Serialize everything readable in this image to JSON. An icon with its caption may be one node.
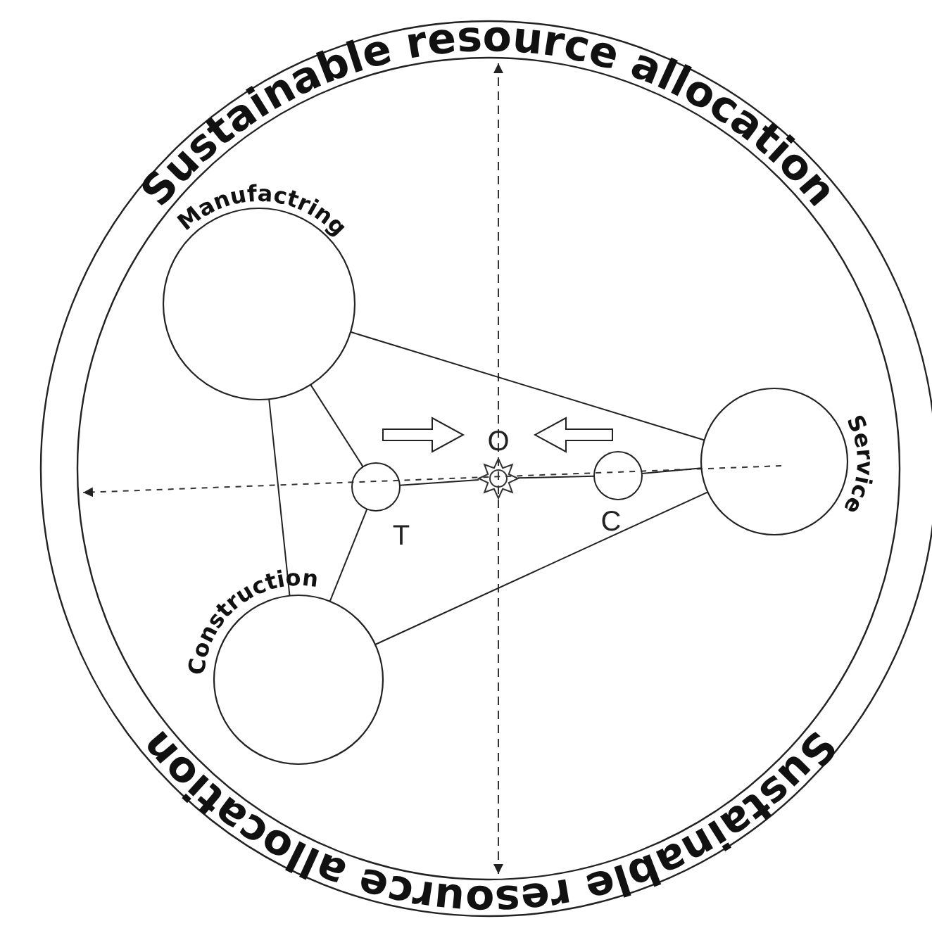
{
  "diagram": {
    "nodes": [
      {
        "text": [
          "Sustainable resource allocation",
          "Sustainable resource allocation"
        ]
      },
      {
        "text": [
          "Manufactring"
        ],
        "in": 0
      },
      {
        "text": [
          "Service"
        ],
        "in": 0
      },
      {
        "text": [
          "Construction"
        ],
        "in": 0
      },
      {
        "text": [
          "T"
        ],
        "in": 0
      },
      {
        "text": [
          "C"
        ],
        "in": 0
      },
      {
        "text": [
          "O"
        ],
        "in": 0
      }
    ],
    "edges": [
      {
        "from": 1,
        "to": 2,
        "arrow": "none"
      },
      {
        "from": 2,
        "to": 3,
        "arrow": "none"
      },
      {
        "from": 3,
        "to": 1,
        "arrow": "none"
      },
      {
        "from": 1,
        "to": 4,
        "arrow": "none"
      },
      {
        "from": 3,
        "to": 4,
        "arrow": "none"
      },
      {
        "from": 4,
        "to": 6,
        "arrow": "none"
      },
      {
        "from": 6,
        "to": 5,
        "arrow": "none"
      },
      {
        "from": 5,
        "to": 2,
        "arrow": "none"
      },
      {
        "from": null,
        "to": 6,
        "arrow": "to"
      },
      {
        "from": null,
        "to": 6,
        "arrow": "to"
      }
    ]
  }
}
